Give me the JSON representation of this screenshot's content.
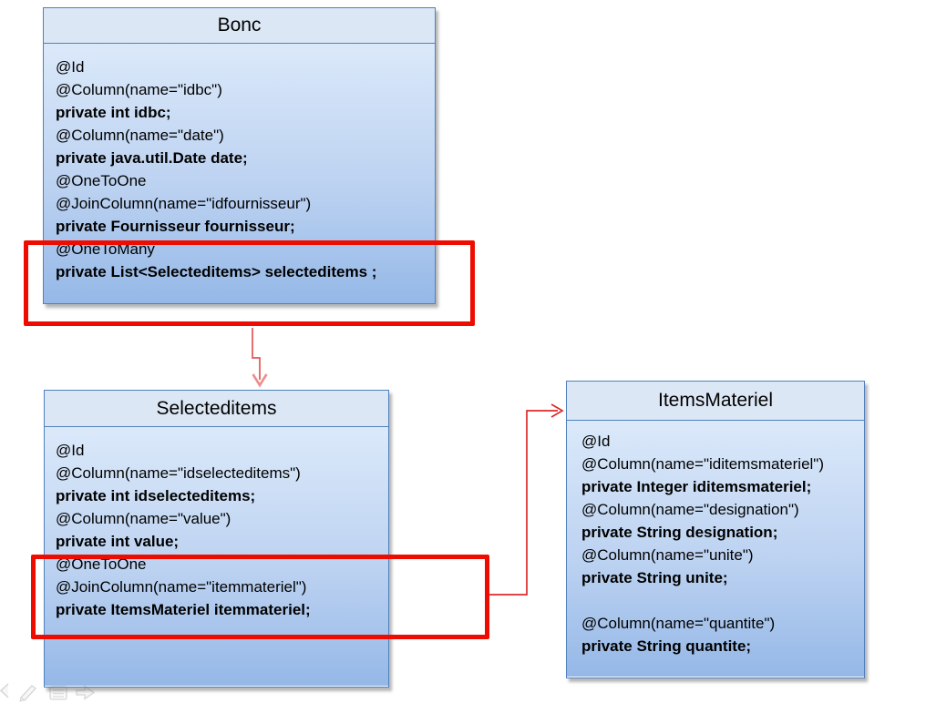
{
  "slide": {
    "background": "#ffffff",
    "colors": {
      "box_border": "#4f81bd",
      "header_fill": "#dce7f5",
      "body_gradient_top": "#dbe9fa",
      "body_gradient_bottom": "#95b8e7",
      "highlight_red": "#ee0c00",
      "arrow_red": "#dd2a2a",
      "arrowhead_pink": "#ef8d8d",
      "presenter_icon_gray": "#d6d6d6",
      "text": "#000000"
    }
  },
  "classes": [
    {
      "title": "Bonc",
      "lines": [
        {
          "text": "@Id",
          "bold": false
        },
        {
          "text": "@Column(name=\"idbc\")",
          "bold": false
        },
        {
          "text": "private int idbc;",
          "bold": true
        },
        {
          "text": "@Column(name=\"date\")",
          "bold": false
        },
        {
          "text": "private java.util.Date date;",
          "bold": true
        },
        {
          "text": "@OneToOne",
          "bold": false
        },
        {
          "text": "@JoinColumn(name=\"idfournisseur\")",
          "bold": false
        },
        {
          "text": "private Fournisseur fournisseur;",
          "bold": true
        },
        {
          "text": "@OneToMany",
          "bold": false
        },
        {
          "text": "private List<Selecteditems> selecteditems ;",
          "bold": true
        }
      ]
    },
    {
      "title": "Selecteditems",
      "lines": [
        {
          "text": "@Id",
          "bold": false
        },
        {
          "text": "@Column(name=\"idselecteditems\")",
          "bold": false
        },
        {
          "text": "private int idselecteditems;",
          "bold": true
        },
        {
          "text": "@Column(name=\"value\")",
          "bold": false
        },
        {
          "text": "private int value;",
          "bold": true
        },
        {
          "text": "@OneToOne",
          "bold": false
        },
        {
          "text": "@JoinColumn(name=\"itemmateriel\")",
          "bold": false
        },
        {
          "text": "private ItemsMateriel itemmateriel;",
          "bold": true
        }
      ]
    },
    {
      "title": "ItemsMateriel",
      "lines": [
        {
          "text": "@Id",
          "bold": false
        },
        {
          "text": "@Column(name=\"iditemsmateriel\")",
          "bold": false
        },
        {
          "text": "private Integer iditemsmateriel;",
          "bold": true
        },
        {
          "text": "@Column(name=\"designation\")",
          "bold": false
        },
        {
          "text": "private String designation;",
          "bold": true
        },
        {
          "text": "@Column(name=\"unite\")",
          "bold": false
        },
        {
          "text": "private String unite;",
          "bold": true
        },
        {
          "text": "",
          "bold": false
        },
        {
          "text": "@Column(name=\"quantite\")",
          "bold": false
        },
        {
          "text": "private String quantite;",
          "bold": true
        }
      ]
    }
  ],
  "annotations": {
    "highlights": [
      {
        "target": "Bonc @OneToMany selecteditems field"
      },
      {
        "target": "Selecteditems @OneToOne itemmateriel field"
      }
    ],
    "arrows": [
      {
        "from": "Bonc highlighted field",
        "to": "Selecteditems class"
      },
      {
        "from": "Selecteditems highlighted field",
        "to": "ItemsMateriel class"
      }
    ]
  },
  "presenter_controls": {
    "icons": [
      "prev-arrow-partial",
      "pen",
      "slide-menu",
      "next-arrow"
    ]
  }
}
